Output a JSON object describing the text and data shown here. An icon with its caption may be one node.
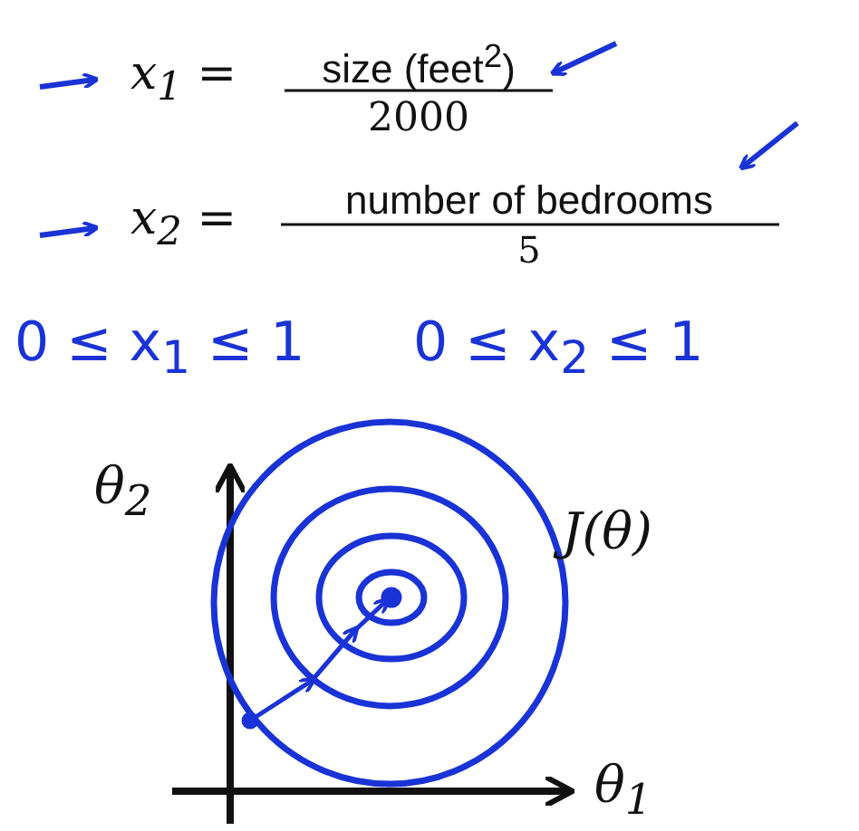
{
  "diagram": {
    "labels": [
      "x$_{1}$ =",
      "size (feet$^{2}$)",
      "2000",
      "x$_{2}$ =",
      "number of bedrooms",
      "5",
      "0 ≤ x$_{1}$ ≤ 1",
      "0 ≤ x$_{2}$ ≤ 1",
      "θ$_{2}$",
      "J(θ)",
      "θ$_{1}$"
    ]
  }
}
